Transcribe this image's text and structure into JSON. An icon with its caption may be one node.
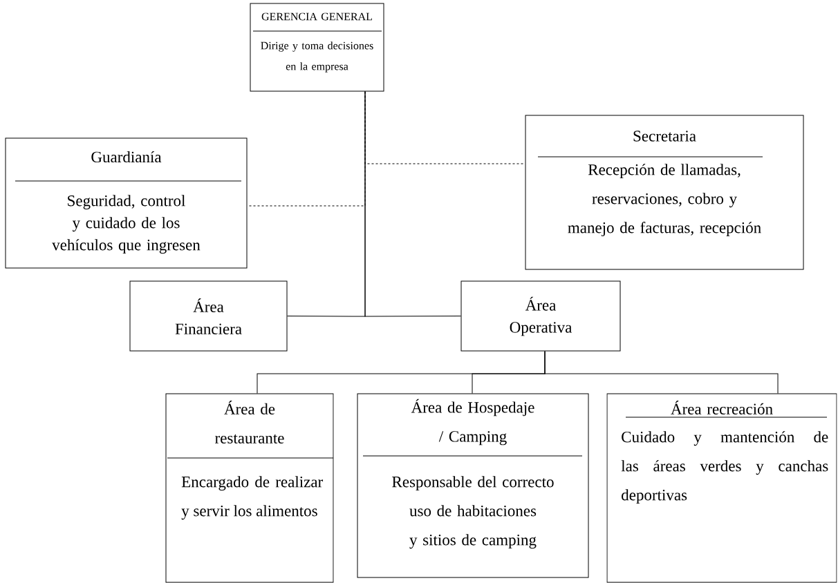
{
  "diagram": {
    "nodes": [
      {
        "text": [
          "GERENCIA GENERAL",
          "Dirige y toma decisiones en la empresa"
        ]
      },
      {
        "text": [
          "Guardianía",
          "Seguridad, control y cuidado de los vehículos que ingresen"
        ]
      },
      {
        "text": [
          "Secretaria",
          "Recepción de llamadas, reservaciones, cobro y manejo de facturas, recepción"
        ]
      },
      {
        "text": [
          "Área Financiera"
        ]
      },
      {
        "text": [
          "Área Operativa"
        ]
      },
      {
        "text": [
          "Área de restaurante",
          "Encargado de realizar y servir los alimentos"
        ]
      },
      {
        "text": [
          "Área de Hospedaje / Camping",
          "Responsable del correcto uso de habitaciones y sitios de camping"
        ]
      },
      {
        "text": [
          "Área recreación",
          "Cuidado y mantención de las áreas verdes y canchas deportivas"
        ]
      }
    ],
    "edges": [
      {
        "from": 0,
        "to": 3,
        "arrow": "none"
      },
      {
        "from": 0,
        "to": 4,
        "arrow": "none"
      },
      {
        "from": 0,
        "to": 1,
        "arrow": "none",
        "style": "dashed"
      },
      {
        "from": 0,
        "to": 2,
        "arrow": "none",
        "style": "dashed"
      },
      {
        "from": 4,
        "to": 5,
        "arrow": "none"
      },
      {
        "from": 4,
        "to": 6,
        "arrow": "none"
      },
      {
        "from": 4,
        "to": 7,
        "arrow": "none"
      }
    ]
  }
}
